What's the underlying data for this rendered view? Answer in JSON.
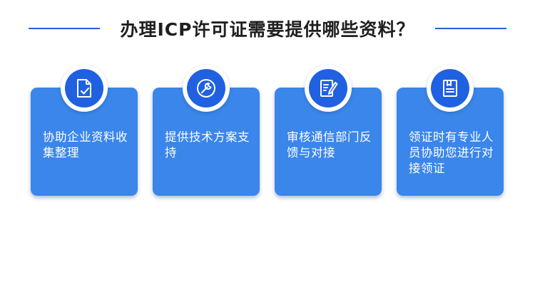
{
  "header": {
    "title": "办理ICP许可证需要提供哪些资料？"
  },
  "cards": [
    {
      "icon": "document-check-icon",
      "text": "协助企业资料收集整理"
    },
    {
      "icon": "wrench-icon",
      "text": "提供技术方案支持"
    },
    {
      "icon": "document-edit-icon",
      "text": "审核通信部门反馈与对接"
    },
    {
      "icon": "book-icon",
      "text": "领证时有专业人员协助您进行对接领证"
    }
  ],
  "colors": {
    "card": "#3a86ea",
    "icon_circle": "#1f61e0",
    "divider": "#2e5bd6"
  }
}
